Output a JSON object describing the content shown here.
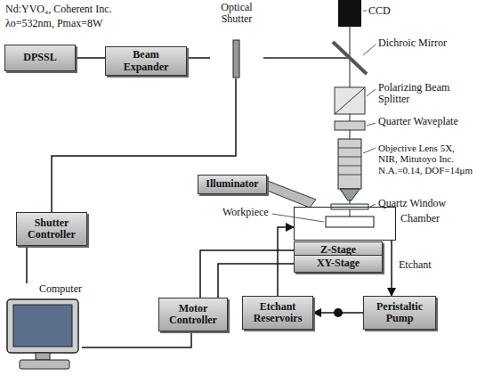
{
  "diagram": {
    "nodes": [
      {
        "text": [
          "DPSSL"
        ]
      },
      {
        "text": [
          "Beam Expander"
        ]
      },
      {
        "text": [
          "Optical Shutter"
        ]
      },
      {
        "text": [
          "Illuminator"
        ]
      },
      {
        "text": [
          "Shutter Controller"
        ]
      },
      {
        "text": [
          "Chamber"
        ]
      },
      {
        "text": [
          "Z-Stage"
        ]
      },
      {
        "text": [
          "XY-Stage"
        ]
      },
      {
        "text": [
          "Computer"
        ]
      },
      {
        "text": [
          "Motor Controller"
        ]
      },
      {
        "text": [
          "Etchant Reservoirs"
        ]
      },
      {
        "text": [
          "Peristaltic Pump"
        ]
      }
    ],
    "edges": [
      {
        "from": 0,
        "to": 1,
        "arrow": "none"
      },
      {
        "from": 1,
        "to": 2,
        "arrow": "none"
      },
      {
        "from": 2,
        "to": 4,
        "arrow": "none"
      },
      {
        "from": 4,
        "to": 8,
        "arrow": "none"
      },
      {
        "from": 8,
        "to": 9,
        "arrow": "none"
      },
      {
        "from": 9,
        "to": 6,
        "arrow": "none"
      },
      {
        "from": 9,
        "to": 7,
        "arrow": "none"
      },
      {
        "from": 5,
        "to": 11,
        "label": "Etchant",
        "arrow": "to"
      },
      {
        "from": 11,
        "to": 10,
        "arrow": "to"
      },
      {
        "from": 10,
        "to": 5,
        "arrow": "to"
      }
    ],
    "labels": [
      "Nd:YVO₄, Coherent Inc.",
      "λo=532nm, Pmax=8W",
      "CCD",
      "Dichroic Mirror",
      "Polarizing Beam Splitter",
      "Quarter Waveplate",
      "Objective Lens 5X, NIR, Mitutoyo Inc. N.A.=0.14, DOF=14μm",
      "Quartz Window",
      "Workpiece"
    ]
  }
}
